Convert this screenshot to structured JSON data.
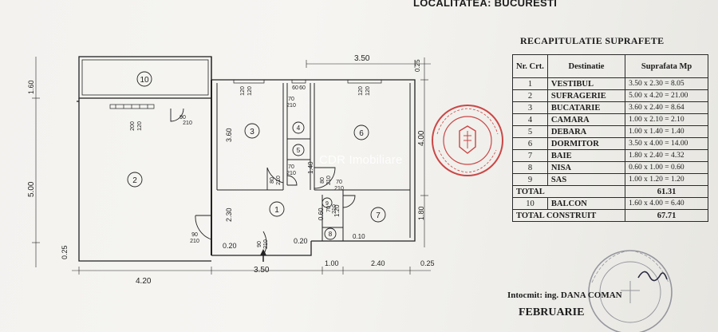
{
  "header": {
    "locality": "LOCALITATEA: BUCURESTI"
  },
  "plan": {
    "rooms": [
      "1",
      "2",
      "3",
      "4",
      "5",
      "6",
      "7",
      "8",
      "9",
      "10"
    ],
    "dims": {
      "top": "3.50",
      "top_right": "0.25",
      "left_balcony": "1.60",
      "left_main": "5.00",
      "left_bottom": "0.25",
      "bottom_left": "4.20",
      "bottom_mid": "3.50",
      "bottom_1": "1.00",
      "bottom_2": "2.40",
      "bottom_3": "0.25",
      "right_main": "4.00",
      "right_small": "1.80",
      "room3_h": "3.60",
      "hall_h": "2.30",
      "d_020a": "0.20",
      "d_020b": "0.20",
      "d_010": "0.10",
      "d_060": "0.60",
      "d_120": "1.20",
      "d_140": "1.40"
    },
    "openings": {
      "w_bal": [
        "200",
        "120"
      ],
      "d_bal": [
        "90",
        "210"
      ],
      "w_r3": [
        "120",
        "120"
      ],
      "w_r4": [
        "60",
        "60"
      ],
      "w_r6": [
        "120",
        "120"
      ],
      "d_4": [
        "70",
        "210"
      ],
      "d_5": [
        "70",
        "210"
      ],
      "d_r3": [
        "80",
        "210"
      ],
      "d_r6": [
        "80",
        "210"
      ],
      "d_r7": [
        "70",
        "210"
      ],
      "d_r2": [
        "90",
        "210"
      ],
      "d_entry": [
        "90",
        "210"
      ],
      "d_9": [
        "70",
        "210"
      ]
    }
  },
  "watermark": "CDR Imobiliare",
  "recap": {
    "title": "RECAPITULATIE  SUPRAFETE",
    "headers": {
      "nr": "Nr. Crt.",
      "dest": "Destinatie",
      "area": "Suprafata  Mp"
    },
    "rows": [
      {
        "nr": "1",
        "dest": "VESTIBUL",
        "area": "3.50 x 2.30 = 8.05"
      },
      {
        "nr": "2",
        "dest": "SUFRAGERIE",
        "area": "5.00 x 4.20 = 21.00"
      },
      {
        "nr": "3",
        "dest": "BUCATARIE",
        "area": "3.60 x 2.40 = 8.64"
      },
      {
        "nr": "4",
        "dest": "CAMARA",
        "area": "1.00 x 2.10 = 2.10"
      },
      {
        "nr": "5",
        "dest": "DEBARA",
        "area": "1.00 x 1.40 = 1.40"
      },
      {
        "nr": "6",
        "dest": "DORMITOR",
        "area": "3.50 x 4.00 = 14.00"
      },
      {
        "nr": "7",
        "dest": "BAIE",
        "area": "1.80 x 2.40 = 4.32"
      },
      {
        "nr": "8",
        "dest": "NISA",
        "area": "0.60 x 1.00 = 0.60"
      },
      {
        "nr": "9",
        "dest": "SAS",
        "area": "1.00 x 1.20 = 1.20"
      }
    ],
    "total_label": "TOTAL",
    "total_value": "61.31",
    "balcony": {
      "nr": "10",
      "dest": "BALCON",
      "area": "1.60 x 4.00 = 6.40"
    },
    "total_built_label": "TOTAL CONSTRUIT",
    "total_built_value": "67.71"
  },
  "intocmit": "Intocmit: ing. DANA COMAN",
  "date": "FEBRUARIE",
  "colors": {
    "stamp_red": "#c42a2a",
    "stamp_gray": "#7a7a86",
    "ink": "#1c1c1c"
  }
}
